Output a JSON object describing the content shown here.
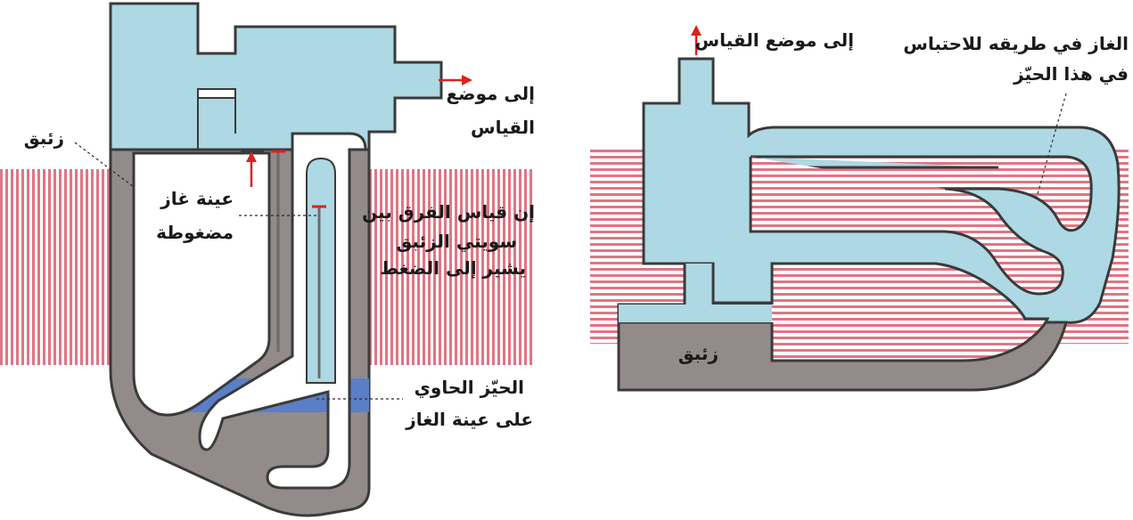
{
  "colors": {
    "gas": "#add8e4",
    "mercury": "#938a8a",
    "sample_zone": "#5b7fc7",
    "stripes": "#e07583",
    "outline": "#3a3a3a",
    "arrow": "#d9241c",
    "text": "#1a1a1a"
  },
  "left_diagram": {
    "to_measurement": [
      "إلى موضع",
      "القياس"
    ],
    "mercury": "زئبق",
    "compressed_gas_sample": [
      "عينة غاز",
      "مضغوطة"
    ],
    "level_difference_note": [
      "إن قياس الفرق بين",
      "سويتي الزئبق",
      "يشير إلى الضغط"
    ],
    "sample_space": [
      "الحيّز الحاوي",
      "على عينة الغاز"
    ]
  },
  "right_diagram": {
    "to_measurement": "إلى موضع القياس",
    "trapped_gas": [
      "الغاز في طريقه للاحتباس",
      "في هذا الحيّز"
    ],
    "mercury": "زئبق"
  }
}
